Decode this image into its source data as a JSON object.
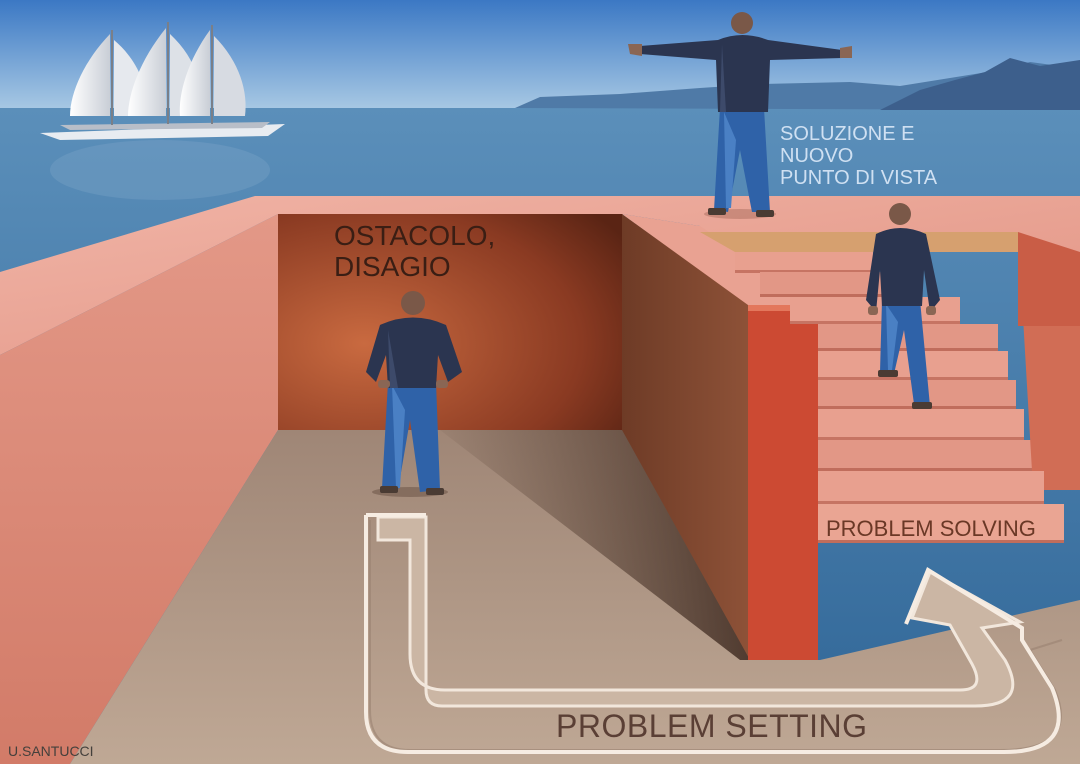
{
  "labels": {
    "obstacle": "OSTACOLO,\nDISAGIO",
    "solution": "SOLUZIONE E\nNUOVO\nPUNTO DI VISTA",
    "problem_solving": "PROBLEM SOLVING",
    "problem_setting": "PROBLEM SETTING",
    "credit": "U.SANTUCCI"
  },
  "colors": {
    "sky": "#3b78c4",
    "sea": "#3f79ab",
    "platform_top": "#e9a595",
    "pit_back_wall": "#b95f3c",
    "orange_wall": "#cc4a33",
    "floor": "#b39b88",
    "jacket": "#2b3550",
    "jeans": "#2f62a8"
  },
  "icons": [
    "sailboat-icon",
    "arrow-u-turn-icon"
  ]
}
